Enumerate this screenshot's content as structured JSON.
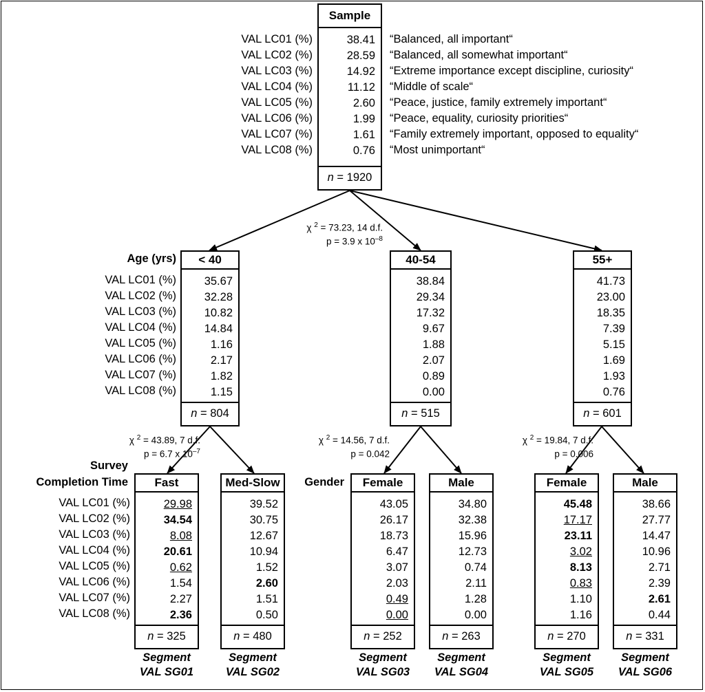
{
  "row_labels": [
    "VAL LC01 (%)",
    "VAL LC02 (%)",
    "VAL LC03 (%)",
    "VAL LC04 (%)",
    "VAL LC05 (%)",
    "VAL LC06 (%)",
    "VAL LC07 (%)",
    "VAL LC08 (%)"
  ],
  "n_prefix": "n",
  "nodes": {
    "root": {
      "header": "Sample",
      "n": "1920",
      "values": [
        "38.41",
        "28.59",
        "14.92",
        "11.12",
        "2.60",
        "1.99",
        "1.61",
        "0.76"
      ],
      "styles": [
        "",
        "",
        "",
        "",
        "",
        "",
        "",
        ""
      ]
    },
    "age1": {
      "header": "< 40",
      "n": "804",
      "values": [
        "35.67",
        "32.28",
        "10.82",
        "14.84",
        "1.16",
        "2.17",
        "1.82",
        "1.15"
      ],
      "styles": [
        "",
        "",
        "",
        "",
        "",
        "",
        "",
        ""
      ]
    },
    "age2": {
      "header": "40-54",
      "n": "515",
      "values": [
        "38.84",
        "29.34",
        "17.32",
        "9.67",
        "1.88",
        "2.07",
        "0.89",
        "0.00"
      ],
      "styles": [
        "",
        "",
        "",
        "",
        "",
        "",
        "",
        ""
      ]
    },
    "age3": {
      "header": "55+",
      "n": "601",
      "values": [
        "41.73",
        "23.00",
        "18.35",
        "7.39",
        "5.15",
        "1.69",
        "1.93",
        "0.76"
      ],
      "styles": [
        "",
        "",
        "",
        "",
        "",
        "",
        "",
        ""
      ]
    },
    "sg01": {
      "header": "Fast",
      "n": "325",
      "values": [
        "29.98",
        "34.54",
        "8.08",
        "20.61",
        "0.62",
        "1.54",
        "2.27",
        "2.36"
      ],
      "styles": [
        "underline",
        "bold",
        "underline",
        "bold",
        "underline",
        "",
        "",
        "bold"
      ]
    },
    "sg02": {
      "header": "Med-Slow",
      "n": "480",
      "values": [
        "39.52",
        "30.75",
        "12.67",
        "10.94",
        "1.52",
        "2.60",
        "1.51",
        "0.50"
      ],
      "styles": [
        "",
        "",
        "",
        "",
        "",
        "bold",
        "",
        ""
      ]
    },
    "sg03": {
      "header": "Female",
      "n": "252",
      "values": [
        "43.05",
        "26.17",
        "18.73",
        "6.47",
        "3.07",
        "2.03",
        "0.49",
        "0.00"
      ],
      "styles": [
        "",
        "",
        "",
        "",
        "",
        "",
        "underline",
        "underline"
      ]
    },
    "sg04": {
      "header": "Male",
      "n": "263",
      "values": [
        "34.80",
        "32.38",
        "15.96",
        "12.73",
        "0.74",
        "2.11",
        "1.28",
        "0.00"
      ],
      "styles": [
        "",
        "",
        "",
        "",
        "",
        "",
        "",
        ""
      ]
    },
    "sg05": {
      "header": "Female",
      "n": "270",
      "values": [
        "45.48",
        "17.17",
        "23.11",
        "3.02",
        "8.13",
        "0.83",
        "1.10",
        "1.16"
      ],
      "styles": [
        "bold",
        "underline",
        "bold",
        "underline",
        "bold",
        "underline",
        "",
        ""
      ]
    },
    "sg06": {
      "header": "Male",
      "n": "331",
      "values": [
        "38.66",
        "27.77",
        "14.47",
        "10.96",
        "2.71",
        "2.39",
        "2.61",
        "0.44"
      ],
      "styles": [
        "",
        "",
        "",
        "",
        "",
        "",
        "bold",
        ""
      ]
    }
  },
  "class_descriptions": [
    "“Balanced, all important“",
    "“Balanced, all somewhat important“",
    "“Extreme importance except discipline, curiosity“",
    "“Middle of scale“",
    "“Peace, justice, family extremely important“",
    "“Peace, equality, curiosity priorities“",
    "“Family extremely important, opposed to equality“",
    "“Most unimportant“"
  ],
  "split_labels": {
    "age": "Age (yrs)",
    "survey_line1": "Survey",
    "survey_line2": "Completion Time",
    "gender": "Gender"
  },
  "tests": {
    "root": {
      "chi": "χ",
      "sup": "2",
      "rest": " = 73.23, 14 d.f.",
      "p": "p = 3.9 x 10",
      "p_sup": "–8"
    },
    "age1": {
      "chi": "χ",
      "sup": "2",
      "rest": " = 43.89, 7 d.f.",
      "p": "p = 6.7 x 10",
      "p_sup": "–7"
    },
    "age2": {
      "chi": "χ",
      "sup": "2",
      "rest": " = 14.56, 7 d.f.",
      "p": "p = 0.042",
      "p_sup": ""
    },
    "age3": {
      "chi": "χ",
      "sup": "2",
      "rest": " = 19.84, 7 d.f.",
      "p": "p = 0.006",
      "p_sup": ""
    }
  },
  "segments": {
    "sg01": {
      "line1": "Segment",
      "line2": "VAL SG01"
    },
    "sg02": {
      "line1": "Segment",
      "line2": "VAL SG02"
    },
    "sg03": {
      "line1": "Segment",
      "line2": "VAL SG03"
    },
    "sg04": {
      "line1": "Segment",
      "line2": "VAL SG04"
    },
    "sg05": {
      "line1": "Segment",
      "line2": "VAL SG05"
    },
    "sg06": {
      "line1": "Segment",
      "line2": "VAL SG06"
    }
  }
}
